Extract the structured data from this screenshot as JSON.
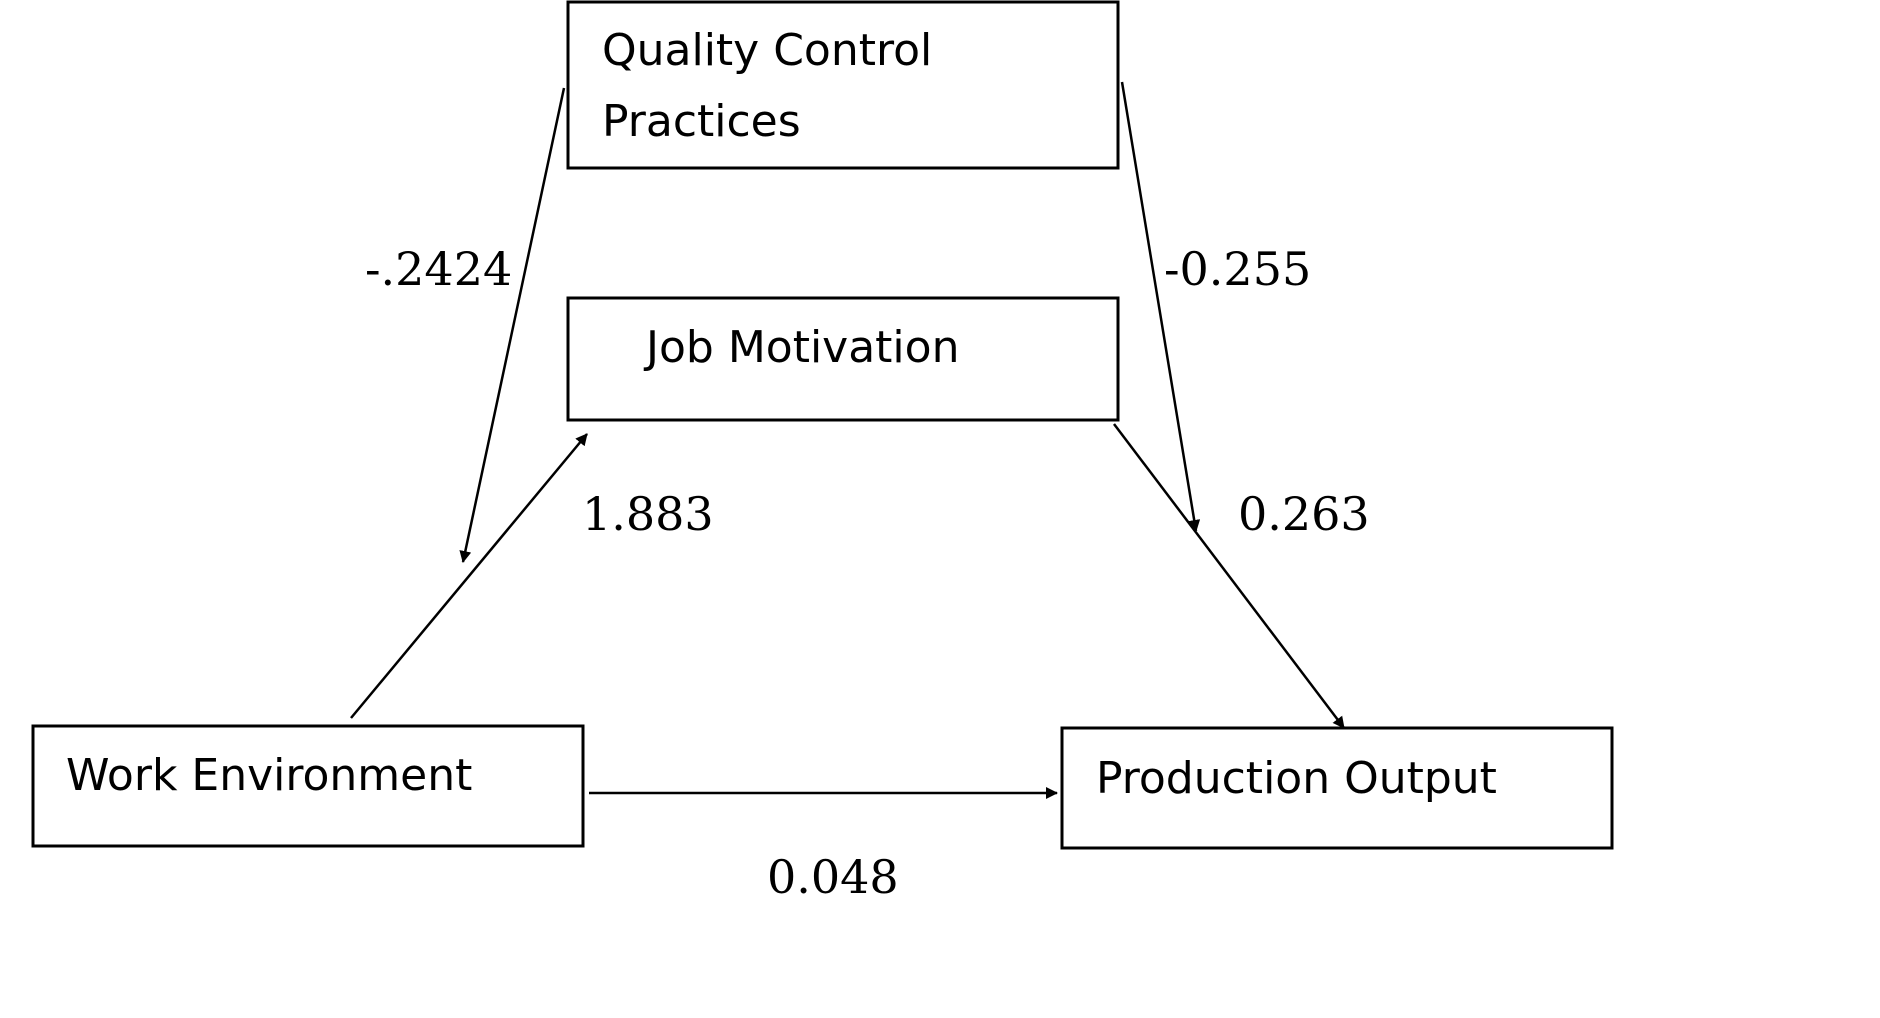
{
  "nodes": {
    "quality_control": {
      "label_line1": "Quality Control",
      "label_line2": "Practices"
    },
    "job_motivation": {
      "label": "Job Motivation"
    },
    "work_environment": {
      "label": "Work Environment"
    },
    "production_output": {
      "label": "Production Output"
    }
  },
  "edges": {
    "quality_to_work_env": {
      "from": "Quality Control Practices",
      "to": "Work Environment",
      "coefficient": "-.2424"
    },
    "quality_to_output": {
      "from": "Quality Control Practices",
      "to": "Production Output",
      "coefficient": "-0.255"
    },
    "work_env_to_job_motivation": {
      "from": "Work Environment",
      "to": "Job Motivation",
      "coefficient": "1.883"
    },
    "job_motivation_to_output": {
      "from": "Job Motivation",
      "to": "Production Output",
      "coefficient": "0.263"
    },
    "work_env_to_output": {
      "from": "Work Environment",
      "to": "Production Output",
      "coefficient": "0.048"
    }
  },
  "colors": {
    "stroke": "#000000",
    "background": "#ffffff"
  }
}
